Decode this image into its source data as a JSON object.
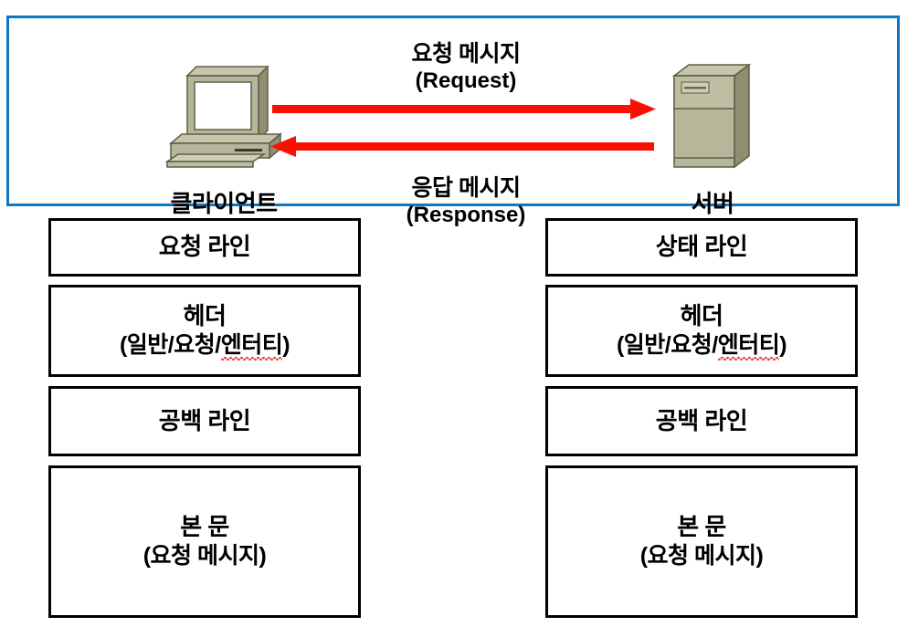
{
  "diagram": {
    "title": "HTTP Request/Response Message Structure",
    "colors": {
      "panel_border": "#1077C3",
      "arrow": "#FA0F05",
      "box_border": "#000000",
      "icon_body": "#A8A88C",
      "icon_light": "#C6C6AC",
      "icon_dark": "#7E7E63",
      "spellcheck": "#E8453C"
    },
    "flow": {
      "client": {
        "label": "클라이언트",
        "icon": "desktop-computer-icon"
      },
      "server": {
        "label": "서버",
        "icon": "server-tower-icon"
      },
      "request_arrow": {
        "direction": "right",
        "label_ko": "요청 메시지",
        "label_en": "(Request)",
        "icon": "arrow-right-icon"
      },
      "response_arrow": {
        "direction": "left",
        "label_ko": "응답 메시지",
        "label_en": "(Response)",
        "icon": "arrow-left-icon"
      }
    },
    "request_message": {
      "boxes": [
        {
          "line1": "요청 라인",
          "line2": "",
          "misspelled": ""
        },
        {
          "line1": "헤더",
          "line2_pre": "(일반/요청/",
          "line2_mis": "엔터티",
          "line2_post": ")"
        },
        {
          "line1": "공백 라인",
          "line2": "",
          "misspelled": ""
        },
        {
          "line1": "본 문",
          "line2": "(요청 메시지)",
          "misspelled": ""
        }
      ]
    },
    "response_message": {
      "boxes": [
        {
          "line1": "상태 라인",
          "line2": "",
          "misspelled": ""
        },
        {
          "line1": "헤더",
          "line2_pre": "(일반/요청/",
          "line2_mis": "엔터티",
          "line2_post": ")"
        },
        {
          "line1": "공백 라인",
          "line2": "",
          "misspelled": ""
        },
        {
          "line1": "본 문",
          "line2": "(요청 메시지)",
          "misspelled": ""
        }
      ]
    }
  }
}
